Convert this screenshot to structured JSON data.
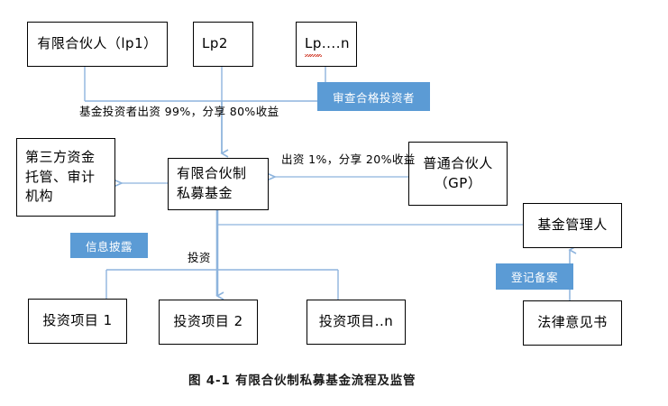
{
  "figure": {
    "caption": "图 4-1  有限合伙制私募基金流程及监管",
    "accent_color": "#5b9bd5",
    "box_border_color": "#000000",
    "background": "#ffffff"
  },
  "nodes": {
    "lp1": "有限合伙人（lp1）",
    "lp2": "Lp2",
    "lpn_prefix": "Lp",
    "lpn_suffix": "....n",
    "custodian": "第三方资金\n托管、审计\n机构",
    "fund": "有限合伙制\n私募基金",
    "gp": "普通合伙人\n（GP）",
    "manager": "基金管理人",
    "project1": "投资项目 1",
    "project2": "投资项目 2",
    "projectn": "投资项目..n",
    "legal_opinion": "法律意见书"
  },
  "tags": {
    "qualified_investor_review": "审查合格投资者",
    "information_disclosure": "信息披露",
    "registration_filing": "登记备案"
  },
  "edge_labels": {
    "lp_contribution": "基金投资者出资 99%，分享 80%收益",
    "gp_contribution": "出资 1%，分享 20%收益",
    "investment": "投资"
  }
}
